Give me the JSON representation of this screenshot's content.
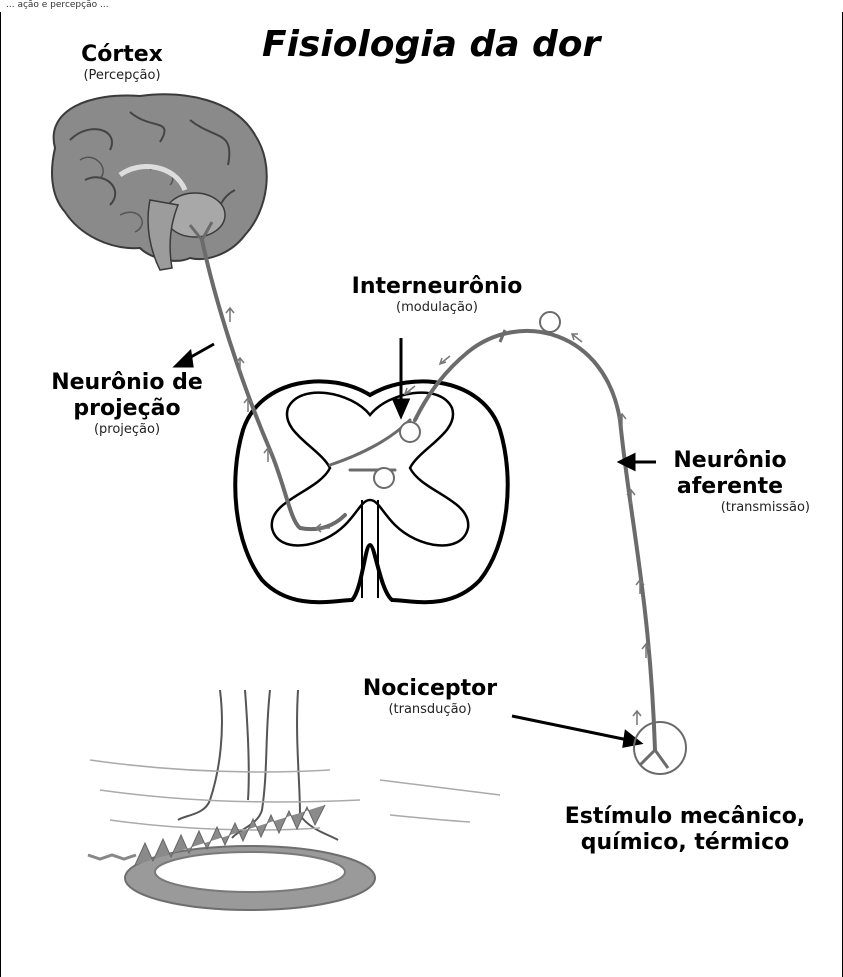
{
  "caption_top": "... ação e percepção ...",
  "title": "Fisiologia da dor",
  "labels": {
    "cortex": {
      "name": "Córtex",
      "role": "(Percepção)"
    },
    "interneuron": {
      "name": "Interneurônio",
      "role": "(modulação)"
    },
    "projection": {
      "name_line1": "Neurônio de",
      "name_line2": "projeção",
      "role": "(projeção)"
    },
    "afferent": {
      "name_line1": "Neurônio",
      "name_line2": "aferente",
      "role": "(transmissão)"
    },
    "nociceptor": {
      "name": "Nociceptor",
      "role": "(transdução)"
    },
    "stimulus": {
      "line1": "Estímulo mecânico,",
      "line2": "químico, térmico"
    }
  },
  "colors": {
    "nerve": "#6b6b6b",
    "outline": "#000000",
    "brain": "#7a7a7a",
    "trap": "#8c8c8c"
  },
  "icons": [
    "brain-illustration",
    "spinal-cord-cross-section",
    "animal-legs-illustration",
    "bear-trap-illustration"
  ]
}
